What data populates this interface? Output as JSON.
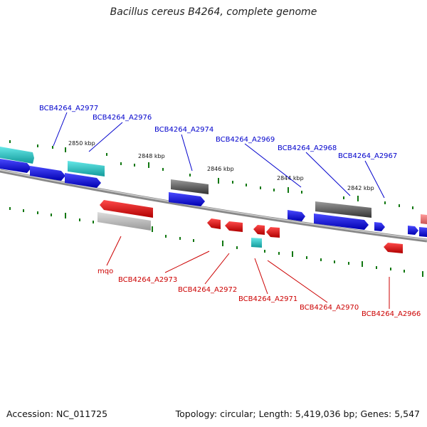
{
  "title": "Bacillus cereus B4264, complete genome",
  "footer": {
    "accession": "Accession: NC_011725",
    "summary": "Topology: circular; Length: 5,419,036 bp; Genes: 5,547"
  },
  "ruler": [
    "2850 kbp",
    "2848 kbp",
    "2846 kbp",
    "2844 kbp",
    "2842 kbp"
  ],
  "genes_top": [
    "BCB4264_A2977",
    "BCB4264_A2976",
    "BCB4264_A2974",
    "BCB4264_A2969",
    "BCB4264_A2968",
    "BCB4264_A2967"
  ],
  "genes_bottom": [
    "mqo",
    "BCB4264_A2973",
    "BCB4264_A2972",
    "BCB4264_A2971",
    "BCB4264_A2970",
    "BCB4264_A2966"
  ],
  "colors": {
    "top_label": "#0000cc",
    "bottom_label": "#cc0000",
    "forward_gene": "#0000ee",
    "reverse_gene": "#ee0000",
    "rna": "#22c4c4",
    "pseudo": "#555555",
    "backbone": "#888888",
    "tick": "#117711"
  }
}
